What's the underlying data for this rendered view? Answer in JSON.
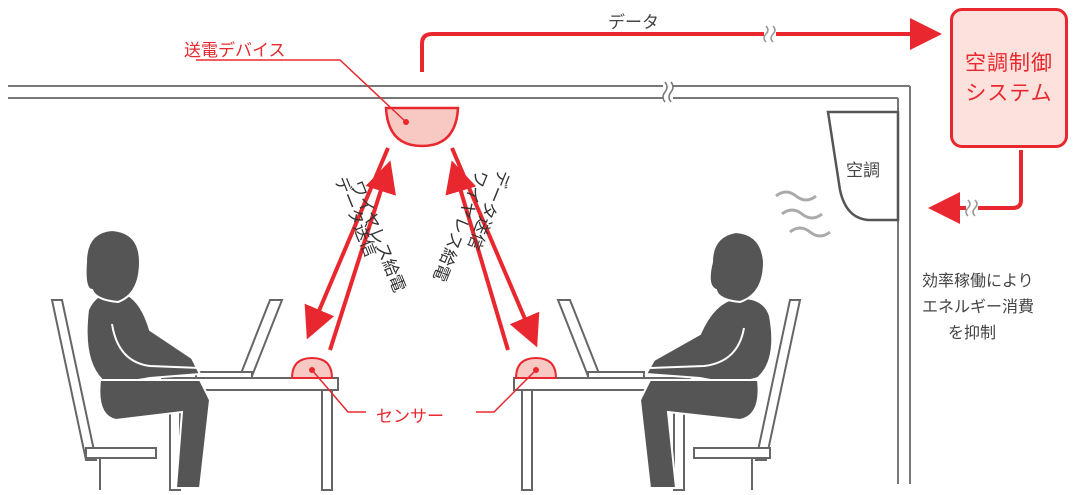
{
  "labels": {
    "data_top": "データ",
    "transmitter": "送電デバイス",
    "control_line1": "空調制御",
    "control_line2": "システム",
    "aircon": "空調",
    "sensor": "センサー",
    "left_arrow_outer": "ワイヤレス給電",
    "left_arrow_inner": "データ送信",
    "right_arrow_outer": "データ送信",
    "right_arrow_inner": "ワイヤレス給電",
    "effect_line1": "効率稼働により",
    "effect_line2": "エネルギー消費",
    "effect_line3": "を抑制"
  },
  "colors": {
    "accent": "#e8282e",
    "box_fill": "#fce1dc",
    "figure": "#555555"
  }
}
